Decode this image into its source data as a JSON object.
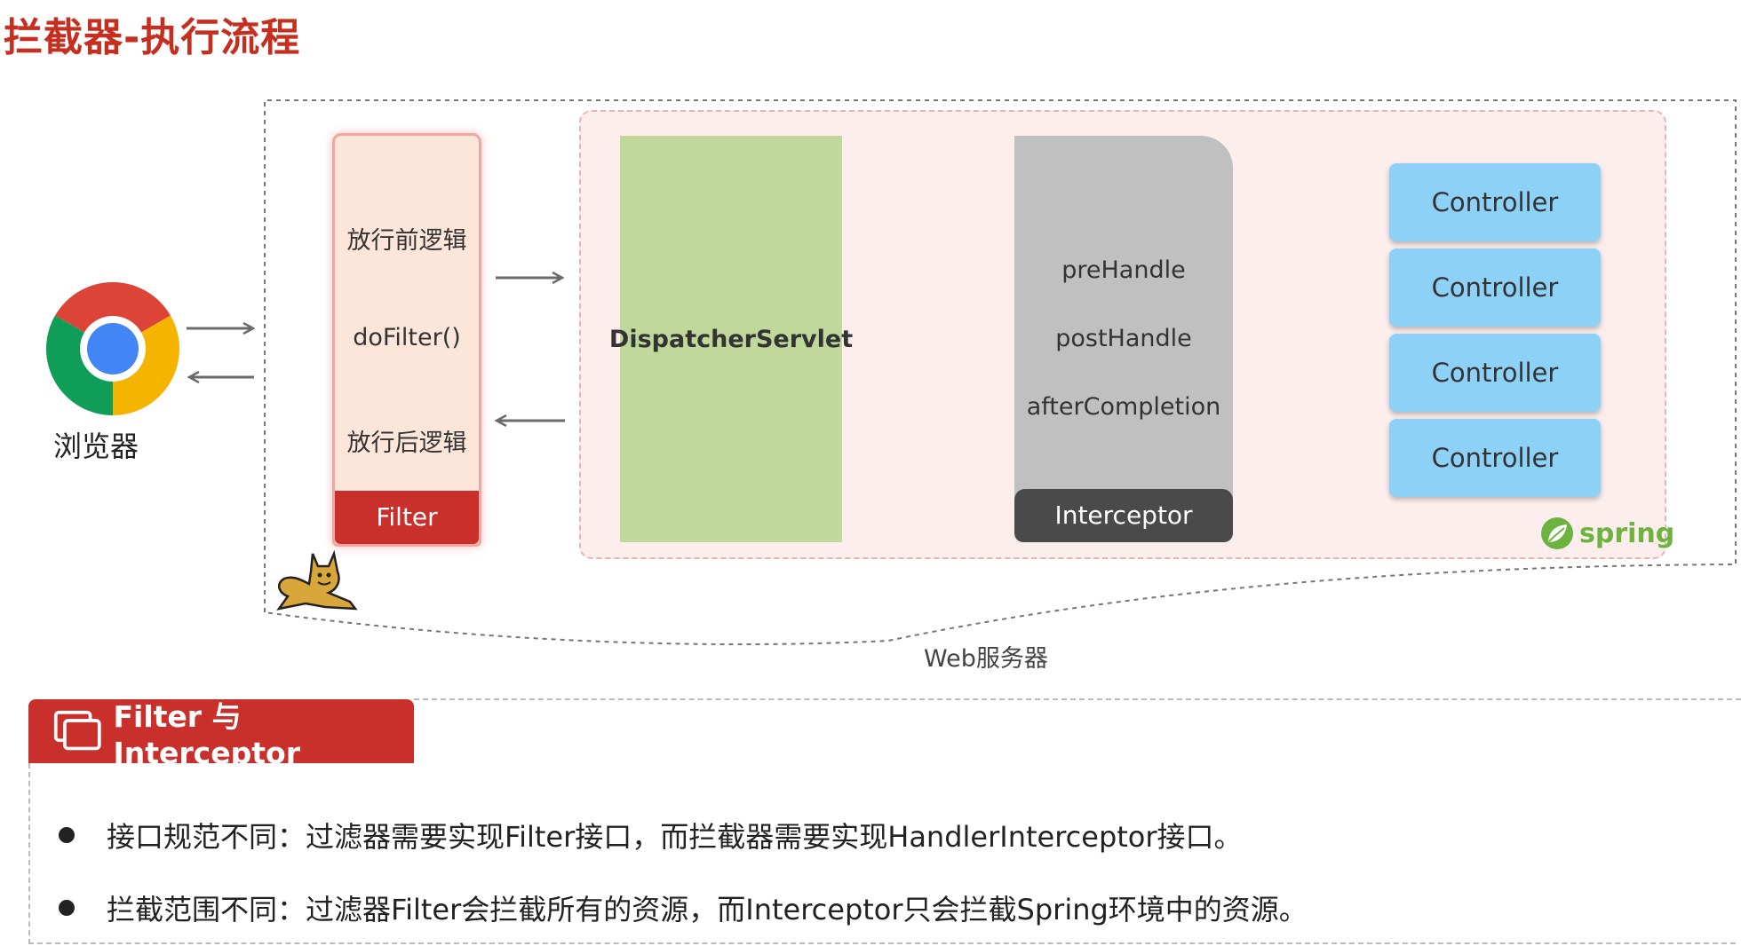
{
  "title": "拦截器-执行流程",
  "browser": {
    "label": "浏览器",
    "icon": "chrome-icon"
  },
  "filter": {
    "before": "放行前逻辑",
    "doFilter": "doFilter()",
    "after": "放行后逻辑",
    "footer": "Filter"
  },
  "dispatcher": {
    "label": "DispatcherServlet"
  },
  "interceptor": {
    "preHandle": "preHandle",
    "postHandle": "postHandle",
    "afterCompletion": "afterCompletion",
    "footer": "Interceptor"
  },
  "controllers": [
    "Controller",
    "Controller",
    "Controller",
    "Controller"
  ],
  "spring_logo": {
    "text": "spring",
    "icon": "spring-leaf-icon"
  },
  "tomcat_icon": "tomcat-cat-icon",
  "web_server_label": "Web服务器",
  "section": {
    "title": "Filter 与 Interceptor",
    "icon": "copy-windows-icon",
    "bullets": [
      "接口规范不同：过滤器需要实现Filter接口，而拦截器需要实现HandlerInterceptor接口。",
      "拦截范围不同：过滤器Filter会拦截所有的资源，而Interceptor只会拦截Spring环境中的资源。"
    ]
  },
  "colors": {
    "title_red": "#c62e20",
    "filter_red": "#c9302c",
    "dispatcher_green": "#c0d89a",
    "interceptor_gray": "#c0c0c0",
    "controller_blue": "#8ed1f7",
    "spring_green": "#6db33f"
  }
}
